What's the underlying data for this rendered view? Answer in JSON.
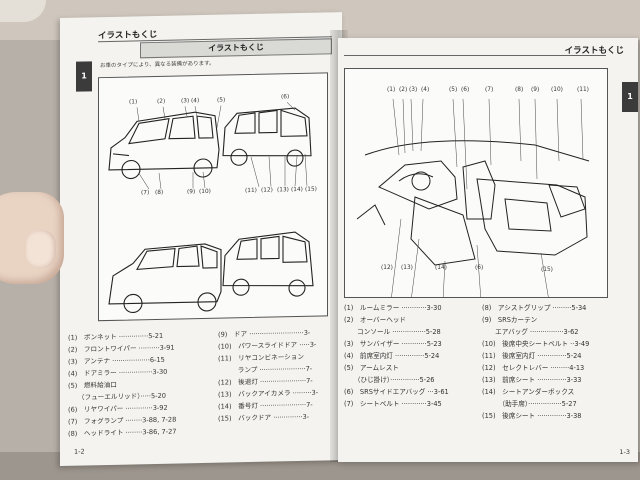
{
  "left_page": {
    "running_head": "イラストもくじ",
    "title": "イラストもくじ",
    "intro": "お車のタイプにより、異なる装備があります。",
    "tab": "1",
    "page_number": "1-2",
    "figure_callouts": [
      "(1)",
      "(2)",
      "(3)",
      "(4)",
      "(5)",
      "(6)",
      "(7)",
      "(8)",
      "(9)",
      "(10)",
      "(11)",
      "(12)",
      "(13)",
      "(14)",
      "(15)"
    ],
    "items_col1": [
      {
        "label": "(1)　ボンネット ··············5-21"
      },
      {
        "label": "(2)　フロントワイパー ··········3-91"
      },
      {
        "label": "(3)　アンテナ ··················6-15"
      },
      {
        "label": "(4)　ドアミラー ················3-30"
      },
      {
        "label": "(5)　燃料給油口"
      },
      {
        "label": "　　（フューエルリッド）·····5-20"
      },
      {
        "label": "(6)　リヤワイパー ·············3-92"
      },
      {
        "label": "(7)　フォグランプ ········3-88, 7-28"
      },
      {
        "label": "(8)　ヘッドライト ········3-86, 7-27"
      }
    ],
    "items_col2": [
      {
        "label": "(9)　ドア ··························3-"
      },
      {
        "label": "(10)　パワースライドドア ·····3-"
      },
      {
        "label": "(11)　リヤコンビネーション"
      },
      {
        "label": "　　　ランプ ······················7-"
      },
      {
        "label": "(12)　後退灯 ······················7-"
      },
      {
        "label": "(13)　バックアイカメラ ·········3-"
      },
      {
        "label": "(14)　番号灯 ······················7-"
      },
      {
        "label": "(15)　バックドア ··············3-"
      }
    ]
  },
  "right_page": {
    "running_head": "イラストもくじ",
    "tab": "1",
    "page_number": "1-3",
    "figure_callouts": [
      "(1)",
      "(2)",
      "(3)",
      "(4)",
      "(5)",
      "(6)",
      "(7)",
      "(8)",
      "(9)",
      "(10)",
      "(11)",
      "(12)",
      "(13)",
      "(14)",
      "(6)",
      "(15)"
    ],
    "items_col1": [
      {
        "label": "(1)　ルームミラー ············3-30"
      },
      {
        "label": "(2)　オーバーヘッド"
      },
      {
        "label": "　　コンソール ················5-28"
      },
      {
        "label": "(3)　サンバイザー ············5-23"
      },
      {
        "label": "(4)　前席室内灯 ··············5-24"
      },
      {
        "label": "(5)　アームレスト"
      },
      {
        "label": "　　（ひじ掛け）··············5-26"
      },
      {
        "label": "(6)　SRSサイドエアバッグ ···3-61"
      },
      {
        "label": "(7)　シートベルト ············3-45"
      }
    ],
    "items_col2": [
      {
        "label": "(8)　アシストグリップ ·········5-34"
      },
      {
        "label": "(9)　SRSカーテン"
      },
      {
        "label": "　　エアバッグ ················3-62"
      },
      {
        "label": "(10)　後席中央シートベルト ··3-49"
      },
      {
        "label": "(11)　後席室内灯 ··············5-24"
      },
      {
        "label": "(12)　セレクトレバー ·········4-13"
      },
      {
        "label": "(13)　前席シート ··············3-33"
      },
      {
        "label": "(14)　シートアンダーボックス"
      },
      {
        "label": "　　　（助手席）················5-27"
      },
      {
        "label": "(15)　後席シート ··············3-38"
      }
    ]
  }
}
